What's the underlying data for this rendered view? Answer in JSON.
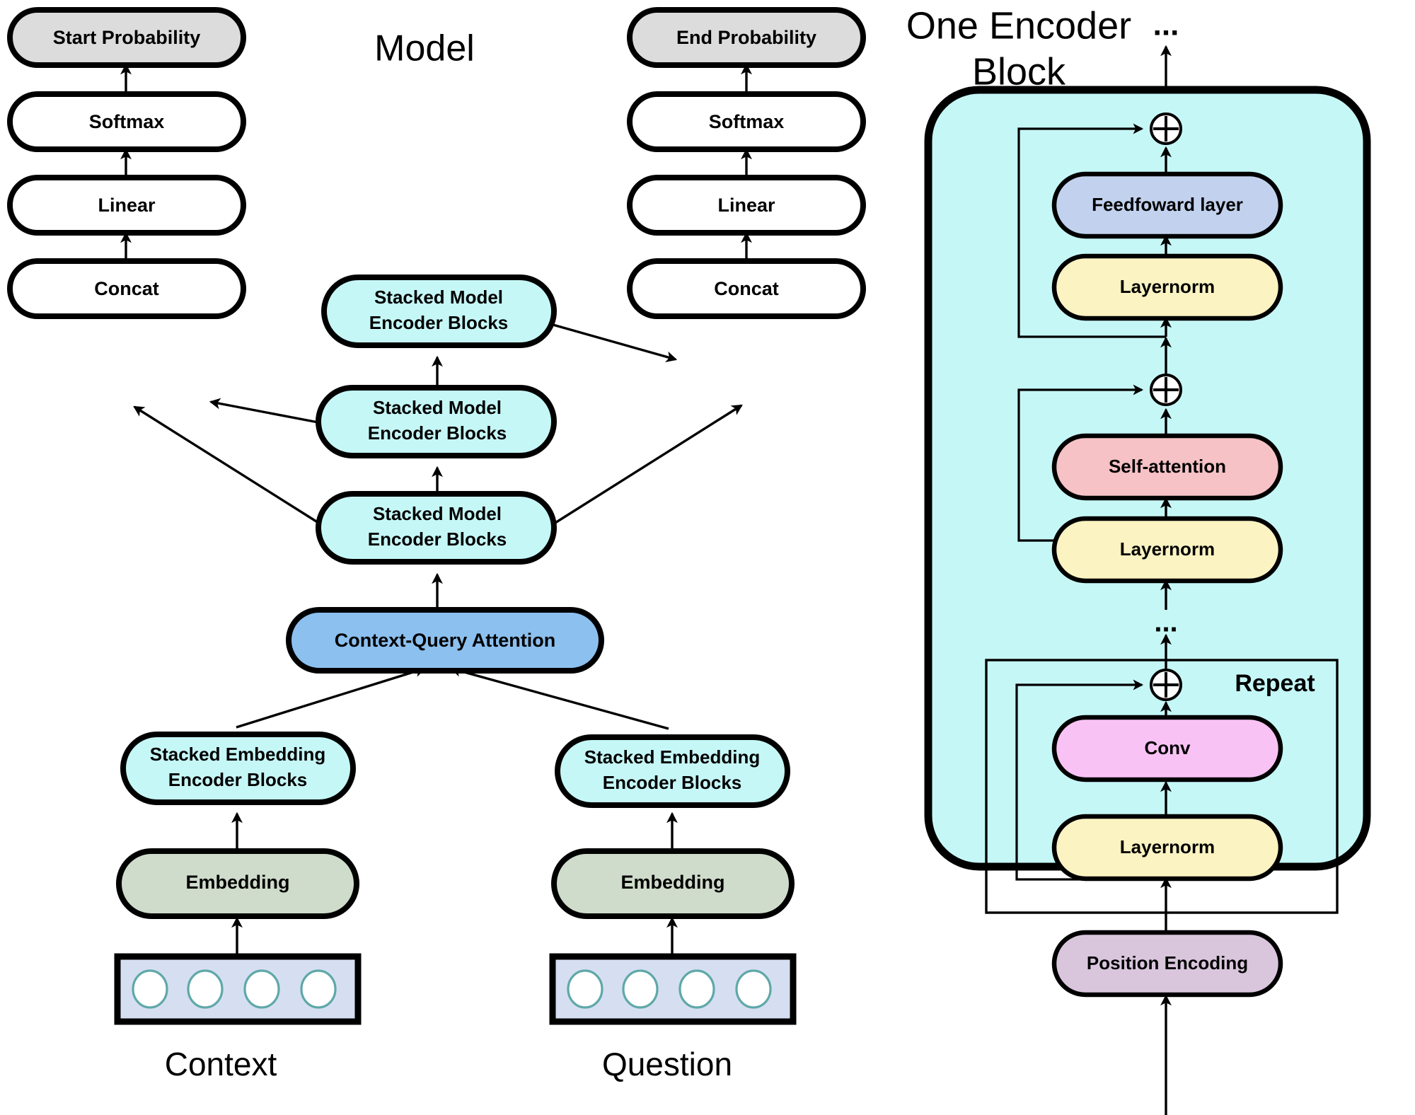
{
  "titles": {
    "model": "Model",
    "encoder_block_line1": "One Encoder",
    "encoder_block_line2": "Block"
  },
  "colors": {
    "stacked_encoder": "#c6f7f7",
    "context_query_attention": "#8cc0ef",
    "embedding": "#cfdccb",
    "probability": "#dcdcdc",
    "plain_white": "#ffffff",
    "token_box": "#d6dff2",
    "encoder_panel": "#c6f7f7",
    "feedforward": "#c2d2ee",
    "layernorm": "#fbf3c2",
    "self_attention": "#f6c2c6",
    "conv": "#f9c2f4",
    "position_encoding": "#d9c6dd",
    "stroke": "#000000",
    "token_circle_stroke": "#5fa8a8"
  },
  "left_pipeline": {
    "start_branch": [
      {
        "label": "Start Probability",
        "fill_key": "probability"
      },
      {
        "label": "Softmax",
        "fill_key": "plain_white"
      },
      {
        "label": "Linear",
        "fill_key": "plain_white"
      },
      {
        "label": "Concat",
        "fill_key": "plain_white"
      }
    ],
    "end_branch": [
      {
        "label": "End Probability",
        "fill_key": "probability"
      },
      {
        "label": "Softmax",
        "fill_key": "plain_white"
      },
      {
        "label": "Linear",
        "fill_key": "plain_white"
      },
      {
        "label": "Concat",
        "fill_key": "plain_white"
      }
    ],
    "model_encoder_stack": [
      {
        "line1": "Stacked Model",
        "line2": "Encoder Blocks"
      },
      {
        "line1": "Stacked Model",
        "line2": "Encoder Blocks"
      },
      {
        "line1": "Stacked Model",
        "line2": "Encoder Blocks"
      }
    ],
    "attention": {
      "label": "Context-Query Attention"
    },
    "context_column": {
      "stacked_embedding": {
        "line1": "Stacked Embedding",
        "line2": "Encoder Blocks"
      },
      "embedding": {
        "label": "Embedding"
      },
      "caption": "Context",
      "token_count": 4
    },
    "question_column": {
      "stacked_embedding": {
        "line1": "Stacked Embedding",
        "line2": "Encoder Blocks"
      },
      "embedding": {
        "label": "Embedding"
      },
      "caption": "Question",
      "token_count": 4
    }
  },
  "encoder_block": {
    "top_ellipsis": "...",
    "middle_ellipsis": "...",
    "repeat_label": "Repeat",
    "stages": [
      {
        "name": "feedforward",
        "label": "Feedfoward layer",
        "fill_key": "feedforward"
      },
      {
        "name": "layernorm-top",
        "label": "Layernorm",
        "fill_key": "layernorm"
      },
      {
        "name": "self-attention",
        "label": "Self-attention",
        "fill_key": "self_attention"
      },
      {
        "name": "layernorm-mid",
        "label": "Layernorm",
        "fill_key": "layernorm"
      },
      {
        "name": "conv",
        "label": "Conv",
        "fill_key": "conv"
      },
      {
        "name": "layernorm-bottom",
        "label": "Layernorm",
        "fill_key": "layernorm"
      },
      {
        "name": "position-encoding",
        "label": "Position Encoding",
        "fill_key": "position_encoding"
      }
    ]
  }
}
